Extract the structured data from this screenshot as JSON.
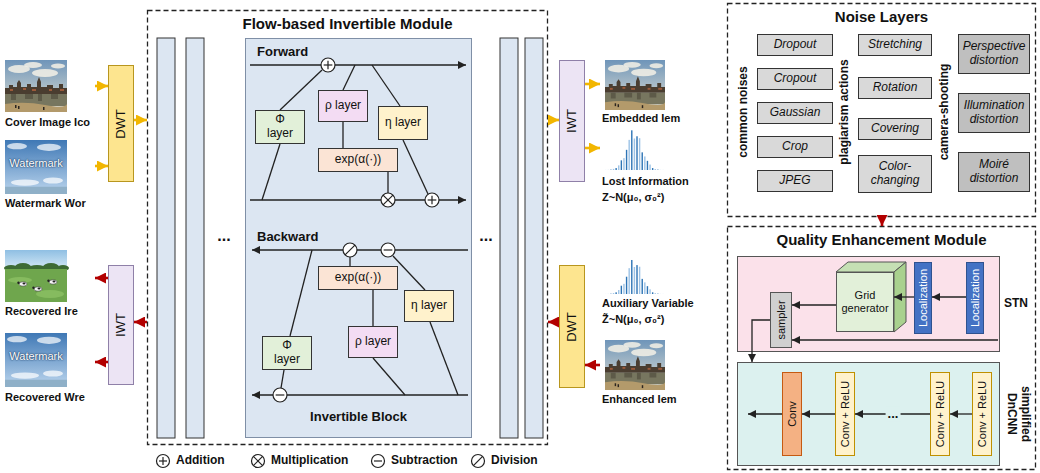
{
  "diagram": {
    "nodes": [
      {
        "text": [
          "Cover Image Ico"
        ]
      },
      {
        "text": [
          "Watermark",
          "Watermark Wor"
        ]
      },
      {
        "text": [
          "DWT"
        ]
      },
      {
        "text": [
          "Recovered Ire"
        ]
      },
      {
        "text": [
          "Watermark",
          "Recovered Wre"
        ]
      },
      {
        "text": [
          "IWT"
        ]
      },
      {
        "text": [
          "Flow-based Invertible Module"
        ]
      },
      {
        "text": [
          "Forward",
          "Backward",
          "Invertible Block"
        ],
        "in": 6
      },
      {
        "text": [
          "Φ layer"
        ],
        "in": 7
      },
      {
        "text": [
          "ρ layer"
        ],
        "in": 7
      },
      {
        "text": [
          "exp(α(·))"
        ],
        "in": 7
      },
      {
        "text": [
          "η layer"
        ],
        "in": 7
      },
      {
        "text": [
          "exp(α(·))"
        ],
        "in": 7
      },
      {
        "text": [
          "η layer"
        ],
        "in": 7
      },
      {
        "text": [
          "ρ layer"
        ],
        "in": 7
      },
      {
        "text": [
          "Φ layer"
        ],
        "in": 7
      },
      {
        "text": [
          "IWT"
        ]
      },
      {
        "text": [
          "Embedded Iem"
        ]
      },
      {
        "text": [
          "Lost Information",
          "Z~N(μ₀, σ₀²)"
        ]
      },
      {
        "text": [
          "Auxiliary Variable",
          "Z̃~N(μ₀, σ₀²)"
        ]
      },
      {
        "text": [
          "DWT"
        ]
      },
      {
        "text": [
          "Enhanced Iem"
        ]
      },
      {
        "text": [
          "Noise Layers"
        ]
      },
      {
        "text": [
          "Dropout"
        ],
        "in": 22
      },
      {
        "text": [
          "Cropout"
        ],
        "in": 22
      },
      {
        "text": [
          "Gaussian"
        ],
        "in": 22
      },
      {
        "text": [
          "Crop"
        ],
        "in": 22
      },
      {
        "text": [
          "JPEG"
        ],
        "in": 22
      },
      {
        "text": [
          "Stretching"
        ],
        "in": 22
      },
      {
        "text": [
          "Rotation"
        ],
        "in": 22
      },
      {
        "text": [
          "Covering"
        ],
        "in": 22
      },
      {
        "text": [
          "Color-changing"
        ],
        "in": 22
      },
      {
        "text": [
          "Perspective distortion"
        ],
        "in": 22
      },
      {
        "text": [
          "Illumination distortion"
        ],
        "in": 22
      },
      {
        "text": [
          "Moiré distortion"
        ],
        "in": 22
      },
      {
        "text": [
          "Quality Enhancement Module"
        ]
      },
      {
        "text": [
          "STN"
        ],
        "in": 35
      },
      {
        "text": [
          "sampler"
        ],
        "in": 36
      },
      {
        "text": [
          "Grid generator"
        ],
        "in": 36
      },
      {
        "text": [
          "Localization"
        ],
        "in": 36
      },
      {
        "text": [
          "Localization"
        ],
        "in": 36
      },
      {
        "text": [
          "simplified DnCNN"
        ],
        "in": 35
      },
      {
        "text": [
          "Conv"
        ],
        "in": 41
      },
      {
        "text": [
          "Conv + ReLU"
        ],
        "in": 41
      },
      {
        "text": [
          "Conv + ReLU"
        ],
        "in": 41
      },
      {
        "text": [
          "Conv + ReLU"
        ],
        "in": 41
      }
    ],
    "edges": [
      {
        "from": 0,
        "to": 2,
        "arrow": "to"
      },
      {
        "from": 1,
        "to": 2,
        "arrow": "to"
      },
      {
        "from": 2,
        "to": 6,
        "arrow": "to"
      },
      {
        "from": 6,
        "to": 16,
        "arrow": "to"
      },
      {
        "from": 16,
        "to": 17,
        "arrow": "to"
      },
      {
        "from": 16,
        "to": 18,
        "arrow": "to"
      },
      {
        "from": 21,
        "to": 20,
        "arrow": "to"
      },
      {
        "from": 20,
        "to": 6,
        "arrow": "to"
      },
      {
        "from": 6,
        "to": 5,
        "arrow": "to"
      },
      {
        "from": 5,
        "to": 3,
        "arrow": "to"
      },
      {
        "from": 5,
        "to": 4,
        "arrow": "to"
      },
      {
        "from": 22,
        "to": 35,
        "arrow": "to"
      },
      {
        "from": 9,
        "to": 10,
        "arrow": "none"
      },
      {
        "from": 14,
        "to": 12,
        "arrow": "none"
      },
      {
        "from": 40,
        "to": 39,
        "arrow": "to"
      },
      {
        "from": 39,
        "to": 38,
        "arrow": "to"
      },
      {
        "from": 38,
        "to": 37,
        "arrow": "to"
      },
      {
        "from": 37,
        "to": 41,
        "arrow": "to"
      },
      {
        "from": 45,
        "to": 44,
        "arrow": "to"
      },
      {
        "from": 44,
        "to": 43,
        "arrow": "to"
      },
      {
        "from": 43,
        "to": 42,
        "arrow": "to"
      }
    ],
    "labels": [
      "...",
      "...",
      "common noises",
      "plagiarism actions",
      "camera-shooting",
      "..."
    ],
    "legend": [
      {
        "text": "Addition"
      },
      {
        "text": "Multiplication"
      },
      {
        "text": "Subtraction"
      },
      {
        "text": "Division"
      }
    ]
  }
}
